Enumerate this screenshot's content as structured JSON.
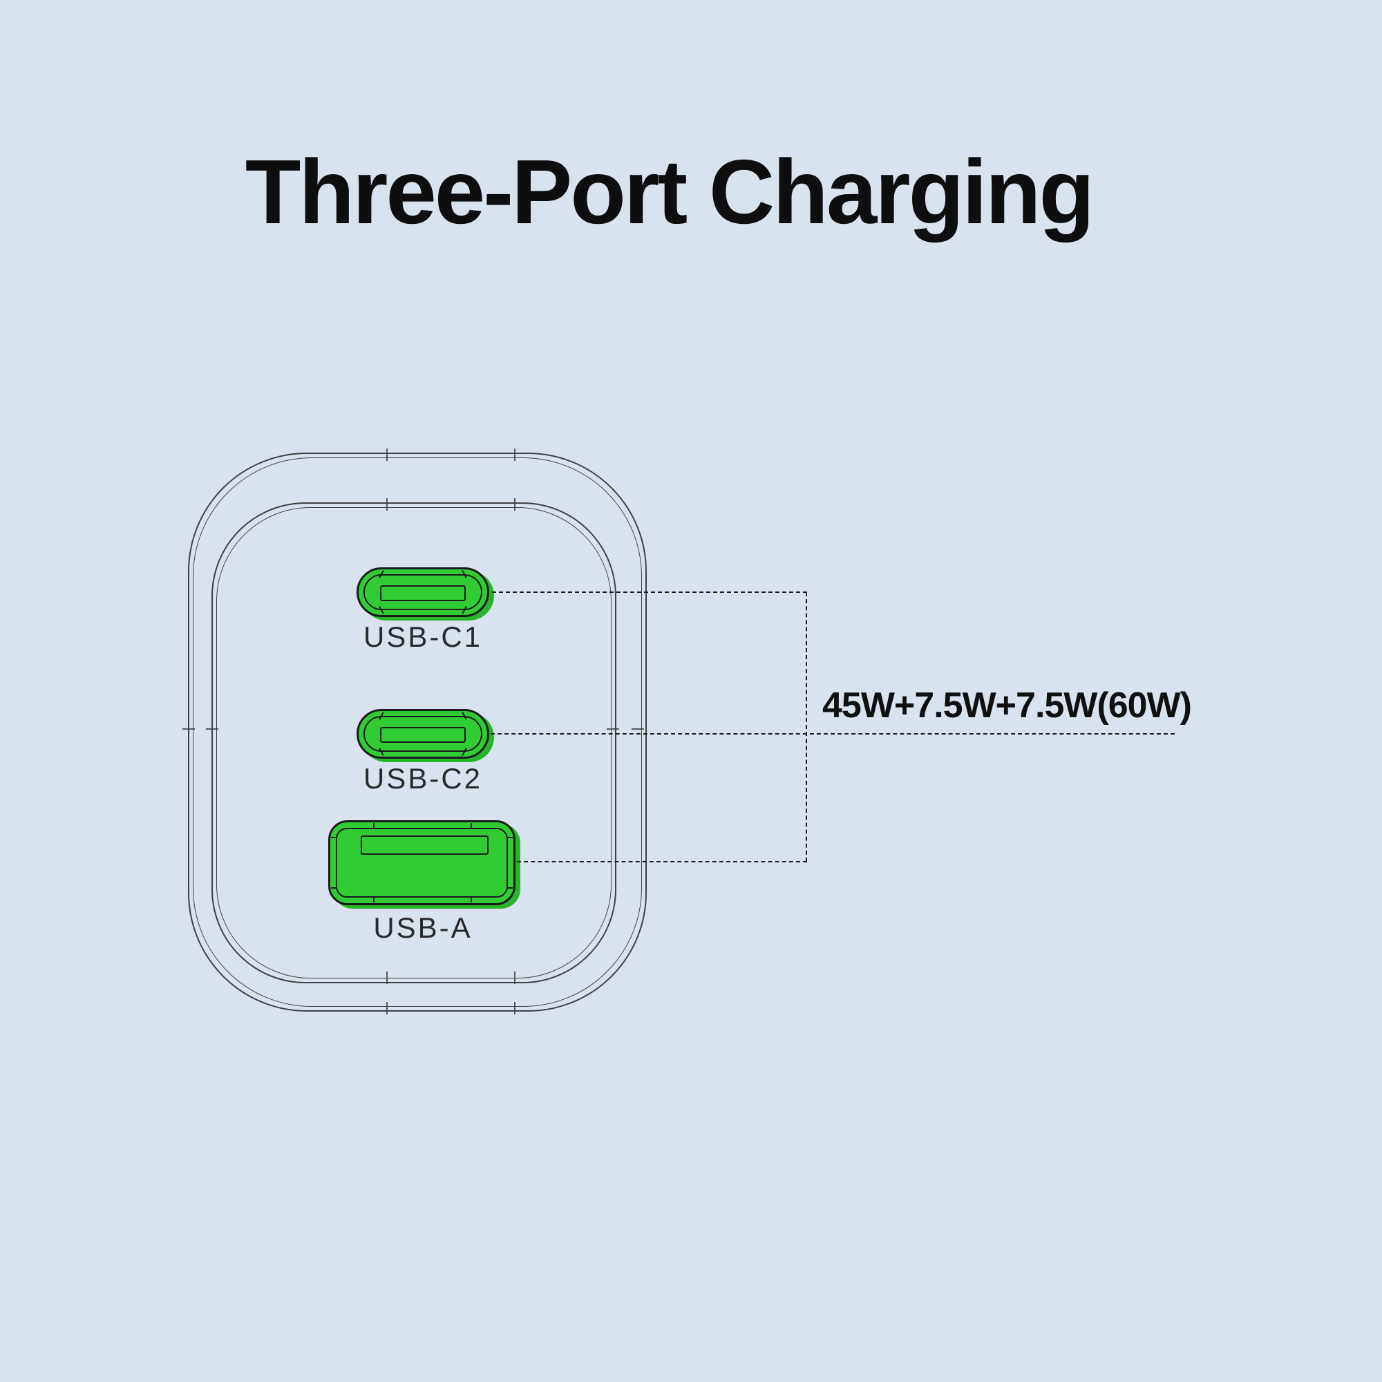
{
  "title": "Three-Port Charging",
  "charger": {
    "ports": [
      {
        "label": "USB-C1",
        "type": "usb-c"
      },
      {
        "label": "USB-C2",
        "type": "usb-c"
      },
      {
        "label": "USB-A",
        "type": "usb-a"
      }
    ]
  },
  "annotation": {
    "power_output": "45W+7.5W+7.5W(60W)"
  },
  "colors": {
    "background": "#d9e3f0",
    "port_green": "#31cb34",
    "port_green_shadow": "#28b42c",
    "port_outline": "#1b1b1b",
    "body_line": "#3f3f3f",
    "dash_line": "#1e1e1e",
    "title_text": "#0e0e0e",
    "label_text": "#2a2a2a",
    "watt_text": "#101010"
  }
}
